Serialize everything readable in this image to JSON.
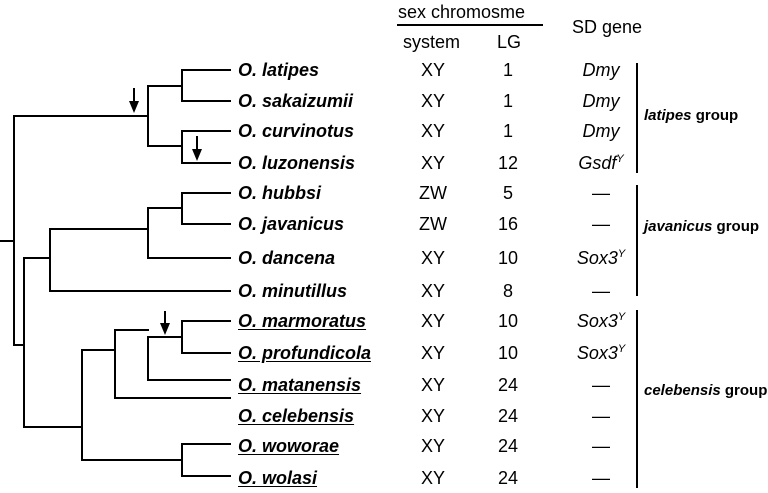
{
  "header": {
    "sex_chromosome": "sex chromosme",
    "system": "system",
    "lg": "LG",
    "sd_gene": "SD gene"
  },
  "species": [
    {
      "name": "O. latipes",
      "underline": false,
      "system": "XY",
      "lg": "1",
      "gene": "Dmy",
      "gene_sup": ""
    },
    {
      "name": "O. sakaizumii",
      "underline": false,
      "system": "XY",
      "lg": "1",
      "gene": "Dmy",
      "gene_sup": ""
    },
    {
      "name": "O. curvinotus",
      "underline": false,
      "system": "XY",
      "lg": "1",
      "gene": "Dmy",
      "gene_sup": ""
    },
    {
      "name": "O. luzonensis",
      "underline": false,
      "system": "XY",
      "lg": "12",
      "gene": "Gsdf",
      "gene_sup": "Y"
    },
    {
      "name": "O. hubbsi",
      "underline": false,
      "system": "ZW",
      "lg": "5",
      "gene": "—",
      "gene_sup": ""
    },
    {
      "name": "O. javanicus",
      "underline": false,
      "system": "ZW",
      "lg": "16",
      "gene": "—",
      "gene_sup": ""
    },
    {
      "name": "O. dancena",
      "underline": false,
      "system": "XY",
      "lg": "10",
      "gene": "Sox3",
      "gene_sup": "Y"
    },
    {
      "name": "O. minutillus",
      "underline": false,
      "system": "XY",
      "lg": "8",
      "gene": "—",
      "gene_sup": ""
    },
    {
      "name": "O. marmoratus",
      "underline": true,
      "system": "XY",
      "lg": "10",
      "gene": "Sox3",
      "gene_sup": "Y"
    },
    {
      "name": "O. profundicola",
      "underline": true,
      "system": "XY",
      "lg": "10",
      "gene": "Sox3",
      "gene_sup": "Y"
    },
    {
      "name": "O. matanensis",
      "underline": true,
      "system": "XY",
      "lg": "24",
      "gene": "—",
      "gene_sup": ""
    },
    {
      "name": "O. celebensis",
      "underline": true,
      "system": "XY",
      "lg": "24",
      "gene": "—",
      "gene_sup": ""
    },
    {
      "name": "O. woworae",
      "underline": true,
      "system": "XY",
      "lg": "24",
      "gene": "—",
      "gene_sup": ""
    },
    {
      "name": "O. wolasi",
      "underline": true,
      "system": "XY",
      "lg": "24",
      "gene": "—",
      "gene_sup": ""
    }
  ],
  "groups": [
    {
      "name": "latipes",
      "suffix": " group"
    },
    {
      "name": "javanicus",
      "suffix": " group"
    },
    {
      "name": "celebensis",
      "suffix": " group"
    }
  ],
  "tree": {
    "arrows": 3,
    "style": {
      "stroke": "#000000"
    }
  }
}
